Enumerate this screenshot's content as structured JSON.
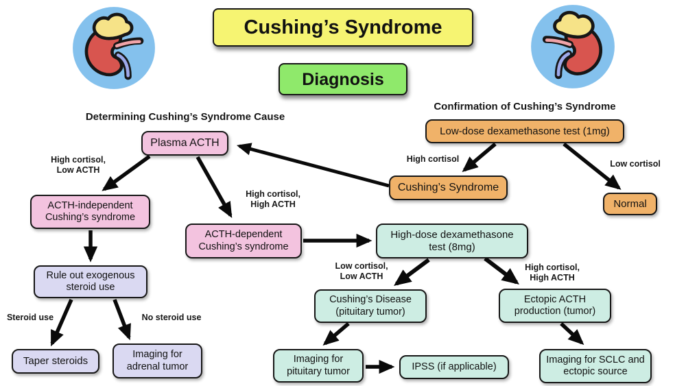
{
  "title": "Cushing’s Syndrome",
  "subtitle": "Diagnosis",
  "sections": {
    "cause_header": "Determining Cushing’s Syndrome Cause",
    "confirmation_header": "Confirmation of Cushing’s Syndrome"
  },
  "nodes": {
    "plasma_acth": "Plasma ACTH",
    "low_dose_test": "Low-dose dexamethasone test (1mg)",
    "cushings_syndrome": "Cushing’s Syndrome",
    "normal": "Normal",
    "acth_independent": "ACTH-independent Cushing’s syndrome",
    "acth_dependent": "ACTH-dependent Cushing’s syndrome",
    "rule_out_steroids": "Rule out exogenous steroid use",
    "taper_steroids": "Taper steroids",
    "adrenal_imaging": "Imaging for adrenal tumor",
    "high_dose_test": "High-dose dexamethasone test (8mg)",
    "cushings_disease": "Cushing’s Disease (pituitary tumor)",
    "ectopic_acth": "Ectopic ACTH production (tumor)",
    "pituitary_imaging": "Imaging for pituitary tumor",
    "ipss": "IPSS (if applicable)",
    "sclc_imaging": "Imaging for SCLC and ectopic source"
  },
  "labels": {
    "high_cortisol_low_acth": "High cortisol,\nLow ACTH",
    "high_cortisol_high_acth_plasma": "High cortisol,\nHigh ACTH",
    "high_cortisol": "High cortisol",
    "low_cortisol": "Low cortisol",
    "steroid_use": "Steroid use",
    "no_steroid_use": "No steroid use",
    "low_cortisol_low_acth": "Low cortisol,\nLow ACTH",
    "high_cortisol_high_acth_hd": "High cortisol,\nHigh ACTH"
  },
  "icons": {
    "left": "adrenal-gland-on-kidney-icon",
    "right": "adrenal-gland-on-kidney-icon-mirrored"
  },
  "colors": {
    "title_bg": "#F6F472",
    "subtitle_bg": "#8FE96B",
    "pink": "#F3C3DF",
    "orange": "#F0B269",
    "teal": "#CDEDE3",
    "lavender": "#DAD9F2",
    "icon_bg": "#84C1ED",
    "kidney": "#D8554F",
    "adrenal": "#F6E388",
    "artery": "#F0A3A8",
    "vein": "#9DA9EA",
    "arrow": "#0A0A0A"
  }
}
